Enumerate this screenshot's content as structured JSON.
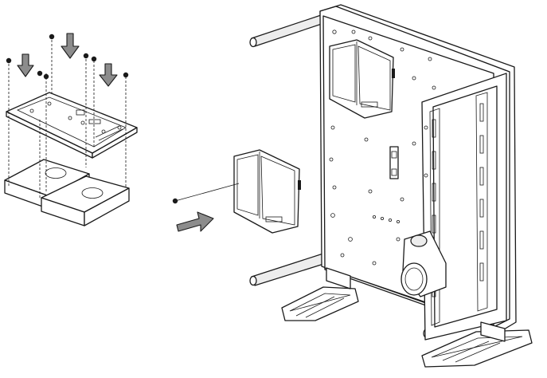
{
  "figure": {
    "kind": "assembly-diagram",
    "steps": [
      {
        "id": "step-1",
        "description_shown": false
      },
      {
        "id": "step-2",
        "description_shown": false
      }
    ],
    "colors": {
      "line": "#1a1a1a",
      "arrow_fill": "#8c8c8c",
      "panel_fill": "#ffffff",
      "rod_fill": "#ededed"
    },
    "icons": [
      "down-arrow-icon",
      "right-arrow-icon",
      "screw-icon"
    ]
  }
}
